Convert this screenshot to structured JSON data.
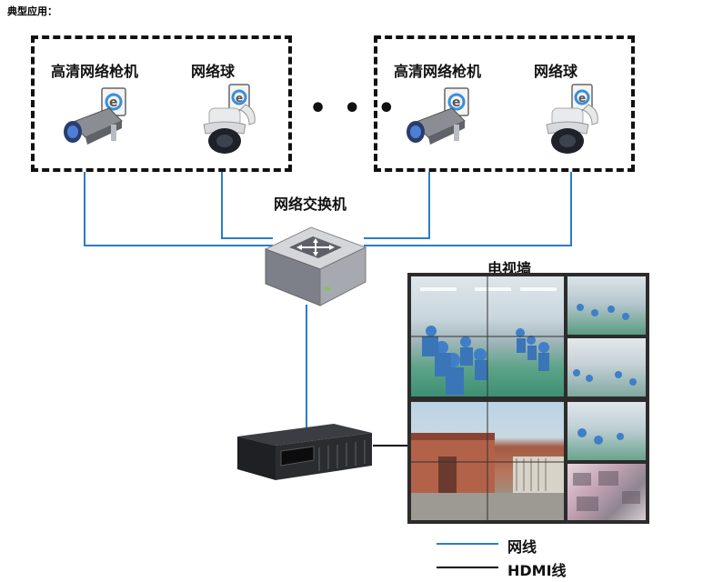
{
  "heading": "典型应用：",
  "groups": [
    {
      "bullet_camera_label": "高清网络枪机",
      "dome_camera_label": "网络球"
    },
    {
      "bullet_camera_label": "高清网络枪机",
      "dome_camera_label": "网络球"
    }
  ],
  "ellipsis": "• • •",
  "switch_label": "网络交换机",
  "video_wall_label": "电视墙",
  "legend": [
    {
      "label": "网线",
      "color": "#2a7cc7"
    },
    {
      "label": "HDMI线",
      "color": "#000000"
    }
  ],
  "colors": {
    "network_line": "#2a7cc7",
    "hdmi_line": "#000000"
  }
}
